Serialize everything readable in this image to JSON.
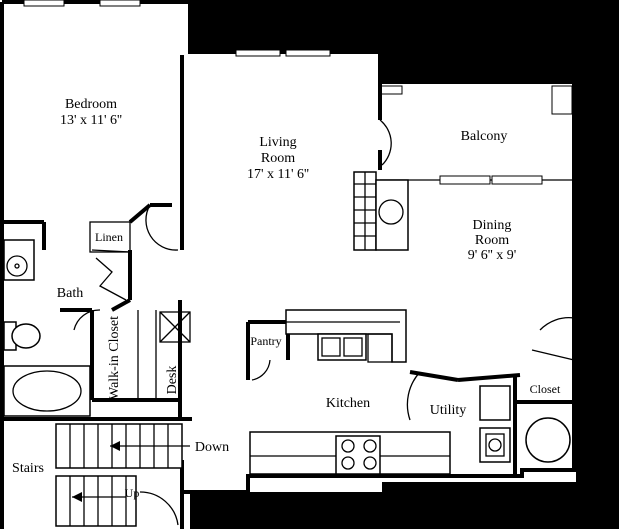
{
  "rooms": {
    "bedroom": {
      "name": "Bedroom",
      "size": "13' x 11' 6''"
    },
    "living": {
      "name_line1": "Living",
      "name_line2": "Room",
      "size": "17' x 11' 6''"
    },
    "balcony": {
      "name": "Balcony"
    },
    "dining": {
      "name_line1": "Dining",
      "name_line2": "Room",
      "size": "9' 6'' x 9'"
    },
    "linen": {
      "name": "Linen"
    },
    "bath": {
      "name": "Bath"
    },
    "walkin": {
      "name": "Walk-in Closet"
    },
    "desk": {
      "name": "Desk"
    },
    "pantry": {
      "name": "Pantry"
    },
    "kitchen": {
      "name": "Kitchen"
    },
    "utility": {
      "name": "Utility"
    },
    "closet": {
      "name": "Closet"
    },
    "stairs": {
      "name": "Stairs"
    }
  },
  "stairs_labels": {
    "down": "Down",
    "up": "Up"
  },
  "colors": {
    "background": "#000000",
    "floor": "#ffffff",
    "wall": "#000000"
  }
}
